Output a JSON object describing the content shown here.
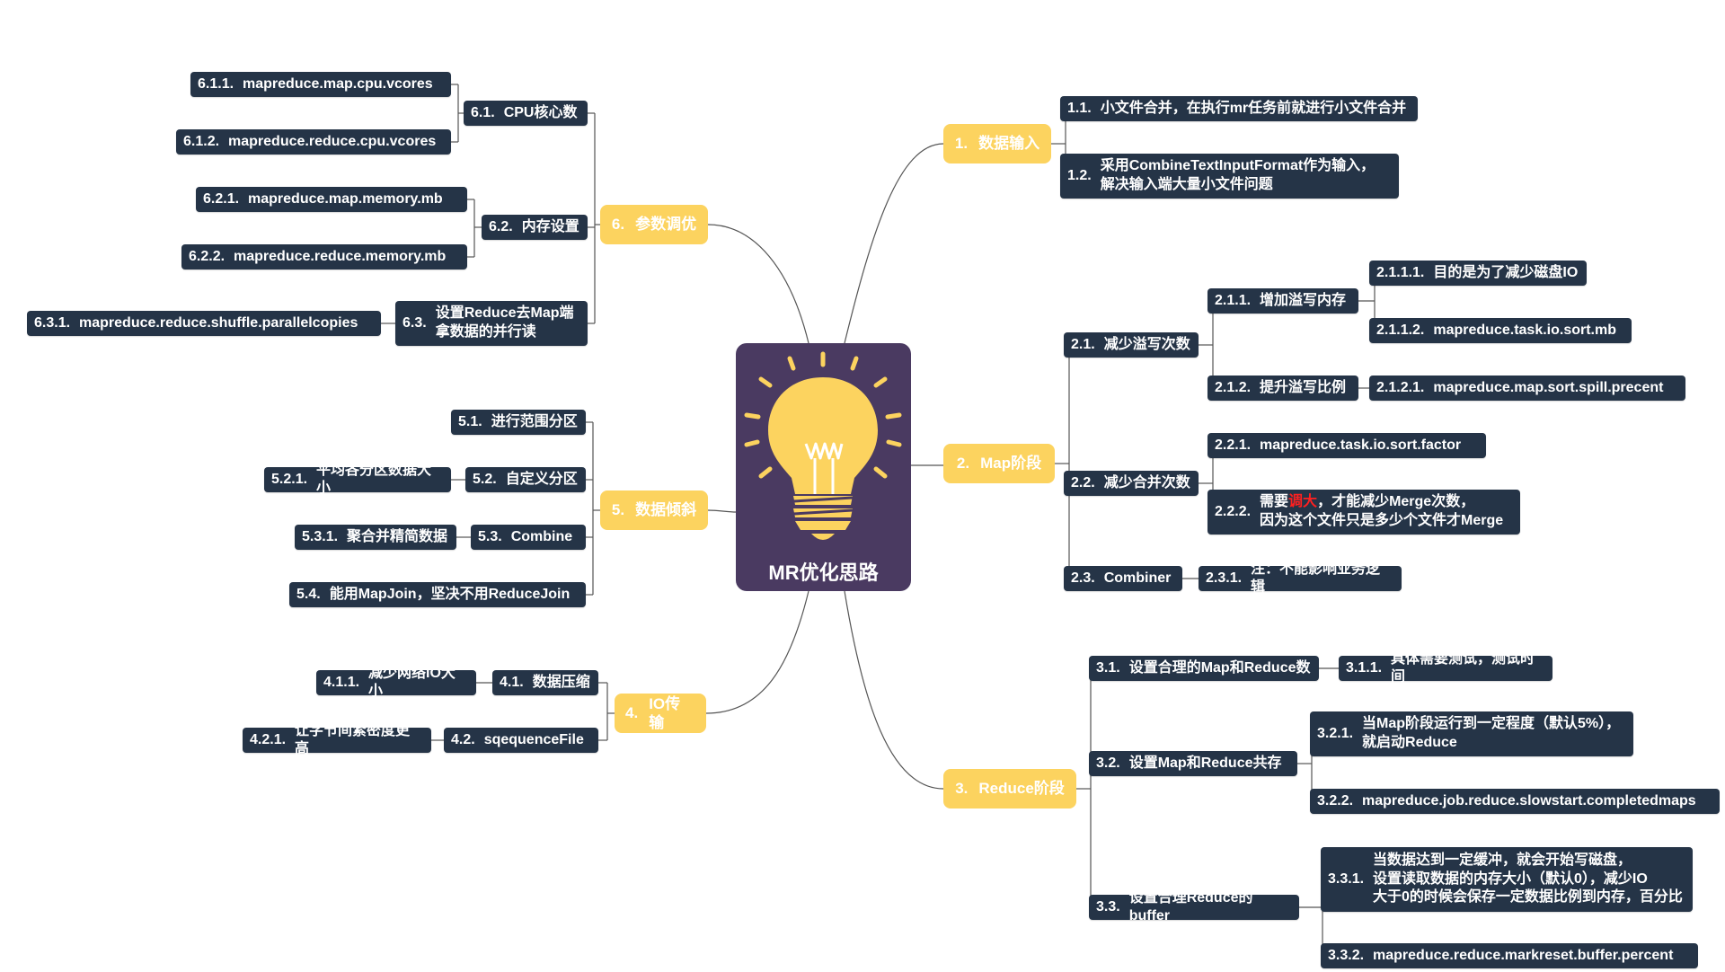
{
  "central": {
    "title": "MR优化思路",
    "icon": "lightbulb-icon"
  },
  "colors": {
    "central_bg": "#4a3a61",
    "main_node": "#fcd35f",
    "sub_node": "#253447",
    "text": "#ffffff",
    "highlight": "#ff2020",
    "link": "#555555"
  },
  "branches": {
    "b1": {
      "num": "1.",
      "label": "数据输入"
    },
    "b2": {
      "num": "2.",
      "label": "Map阶段"
    },
    "b3": {
      "num": "3.",
      "label": "Reduce阶段"
    },
    "b4": {
      "num": "4.",
      "label": "IO传输"
    },
    "b5": {
      "num": "5.",
      "label": "数据倾斜"
    },
    "b6": {
      "num": "6.",
      "label": "参数调优"
    }
  },
  "nodes": {
    "n1_1": {
      "num": "1.1.",
      "label": "小文件合并，在执行mr任务前就进行小文件合并"
    },
    "n1_2": {
      "num": "1.2.",
      "label": "采用CombineTextInputFormat作为输入，\n解决输入端大量小文件问题"
    },
    "n2_1": {
      "num": "2.1.",
      "label": "减少溢写次数"
    },
    "n2_1_1": {
      "num": "2.1.1.",
      "label": "增加溢写内存"
    },
    "n2_1_1_1": {
      "num": "2.1.1.1.",
      "label": "目的是为了减少磁盘IO"
    },
    "n2_1_1_2": {
      "num": "2.1.1.2.",
      "label": "mapreduce.task.io.sort.mb"
    },
    "n2_1_2": {
      "num": "2.1.2.",
      "label": "提升溢写比例"
    },
    "n2_1_2_1": {
      "num": "2.1.2.1.",
      "label": "mapreduce.map.sort.spill.precent"
    },
    "n2_2": {
      "num": "2.2.",
      "label": "减少合并次数"
    },
    "n2_2_1": {
      "num": "2.2.1.",
      "label": "mapreduce.task.io.sort.factor"
    },
    "n2_2_2": {
      "num": "2.2.2.",
      "pre": "需要",
      "hl": "调大",
      "post": "，才能减少Merge次数，",
      "line2": "因为这个文件只是多少个文件才Merge"
    },
    "n2_3": {
      "num": "2.3.",
      "label": "Combiner"
    },
    "n2_3_1": {
      "num": "2.3.1.",
      "label": "注：不能影响业务逻辑"
    },
    "n3_1": {
      "num": "3.1.",
      "label": "设置合理的Map和Reduce数"
    },
    "n3_1_1": {
      "num": "3.1.1.",
      "label": "具体需要测试，测试时间"
    },
    "n3_2": {
      "num": "3.2.",
      "label": "设置Map和Reduce共存"
    },
    "n3_2_1": {
      "num": "3.2.1.",
      "label": "当Map阶段运行到一定程度（默认5%），\n就启动Reduce"
    },
    "n3_2_2": {
      "num": "3.2.2.",
      "label": "mapreduce.job.reduce.slowstart.completedmaps"
    },
    "n3_3": {
      "num": "3.3.",
      "label": "设置合理Reduce的buffer"
    },
    "n3_3_1": {
      "num": "3.3.1.",
      "label": "当数据达到一定缓冲，就会开始写磁盘，\n设置读取数据的内存大小（默认0），减少IO\n大于0的时候会保存一定数据比例到内存，百分比"
    },
    "n3_3_2": {
      "num": "3.3.2.",
      "label": "mapreduce.reduce.markreset.buffer.percent"
    },
    "n4_1": {
      "num": "4.1.",
      "label": "数据压缩"
    },
    "n4_1_1": {
      "num": "4.1.1.",
      "label": "减少网络IO大小"
    },
    "n4_2": {
      "num": "4.2.",
      "label": "sqequenceFile"
    },
    "n4_2_1": {
      "num": "4.2.1.",
      "label": "让字节间紧密度更高"
    },
    "n5_1": {
      "num": "5.1.",
      "label": "进行范围分区"
    },
    "n5_2": {
      "num": "5.2.",
      "label": "自定义分区"
    },
    "n5_2_1": {
      "num": "5.2.1.",
      "label": "平均各分区数据大小"
    },
    "n5_3": {
      "num": "5.3.",
      "label": "Combine"
    },
    "n5_3_1": {
      "num": "5.3.1.",
      "label": "聚合并精简数据"
    },
    "n5_4": {
      "num": "5.4.",
      "label": "能用MapJoin，坚决不用ReduceJoin"
    },
    "n6_1": {
      "num": "6.1.",
      "label": "CPU核心数"
    },
    "n6_1_1": {
      "num": "6.1.1.",
      "label": "mapreduce.map.cpu.vcores"
    },
    "n6_1_2": {
      "num": "6.1.2.",
      "label": "mapreduce.reduce.cpu.vcores"
    },
    "n6_2": {
      "num": "6.2.",
      "label": "内存设置"
    },
    "n6_2_1": {
      "num": "6.2.1.",
      "label": "mapreduce.map.memory.mb"
    },
    "n6_2_2": {
      "num": "6.2.2.",
      "label": "mapreduce.reduce.memory.mb"
    },
    "n6_3": {
      "num": "6.3.",
      "label": "设置Reduce去Map端\n拿数据的并行读"
    },
    "n6_3_1": {
      "num": "6.3.1.",
      "label": "mapreduce.reduce.shuffle.parallelcopies"
    }
  }
}
